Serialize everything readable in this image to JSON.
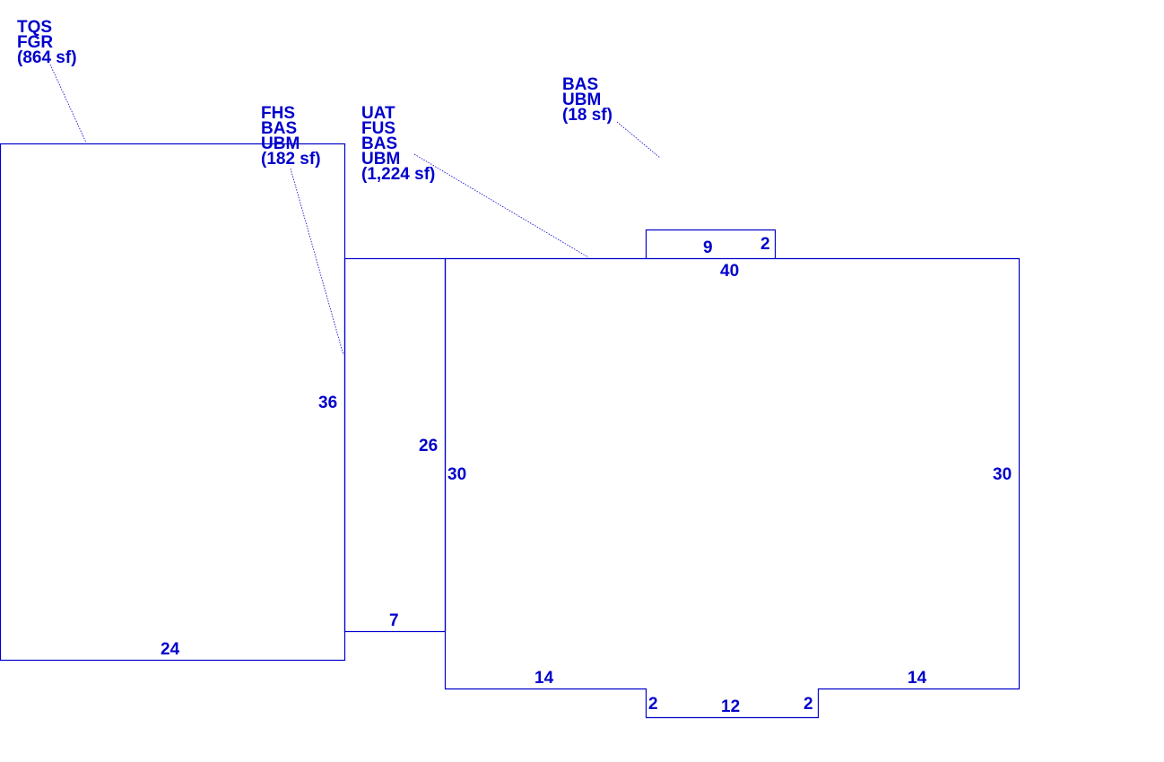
{
  "colors": {
    "line": "#0000cc",
    "text": "#0000cc",
    "background": "#ffffff"
  },
  "areas": {
    "garage": {
      "codes": [
        "TQS",
        "FGR"
      ],
      "area": "(864 sf)"
    },
    "breezeway": {
      "codes": [
        "FHS",
        "BAS",
        "UBM"
      ],
      "area": "(182 sf)"
    },
    "main": {
      "codes": [
        "UAT",
        "FUS",
        "BAS",
        "UBM"
      ],
      "area": "(1,224 sf)"
    },
    "bump": {
      "codes": [
        "BAS",
        "UBM"
      ],
      "area": "(18 sf)"
    }
  },
  "dimensions": {
    "garage_left": "36",
    "garage_bottom": "24",
    "breezeway_left": "26",
    "breezeway_bottom": "7",
    "main_top": "40",
    "main_left": "30",
    "main_right": "30",
    "main_bottom_left": "14",
    "main_bottom_right": "14",
    "bay_left": "2",
    "bay_bottom": "12",
    "bay_right": "2",
    "bump_width": "9",
    "bump_depth": "2"
  }
}
